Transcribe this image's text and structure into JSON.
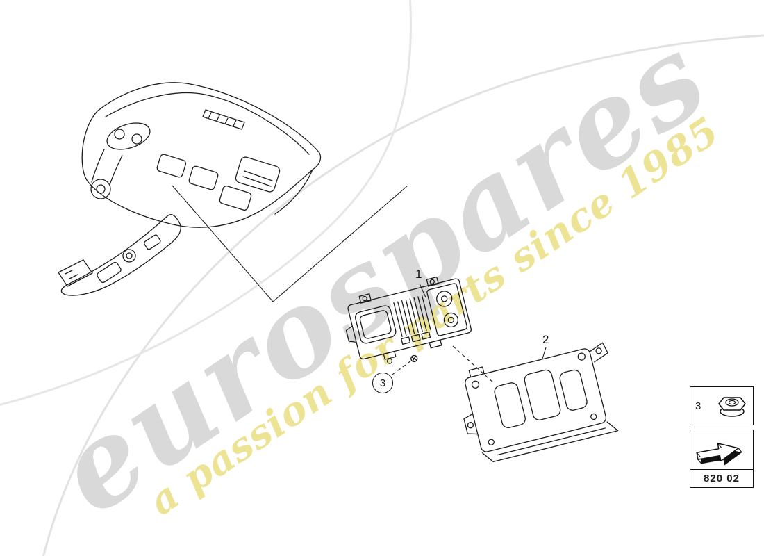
{
  "watermark": {
    "brand": "eurospares",
    "tagline": "a passion for parts since 1985"
  },
  "callouts": {
    "part1": "1",
    "part2": "2",
    "part3": "3"
  },
  "legend": {
    "item3": "3"
  },
  "part_group": {
    "code": "820 02"
  },
  "icons": {
    "nut": "nut-icon",
    "arrow": "direction-arrow-icon"
  },
  "colors": {
    "line": "#1c1c1c",
    "watermark_gray": "#d3d3d3",
    "watermark_yellow": "#ece28f",
    "background": "#ffffff"
  }
}
